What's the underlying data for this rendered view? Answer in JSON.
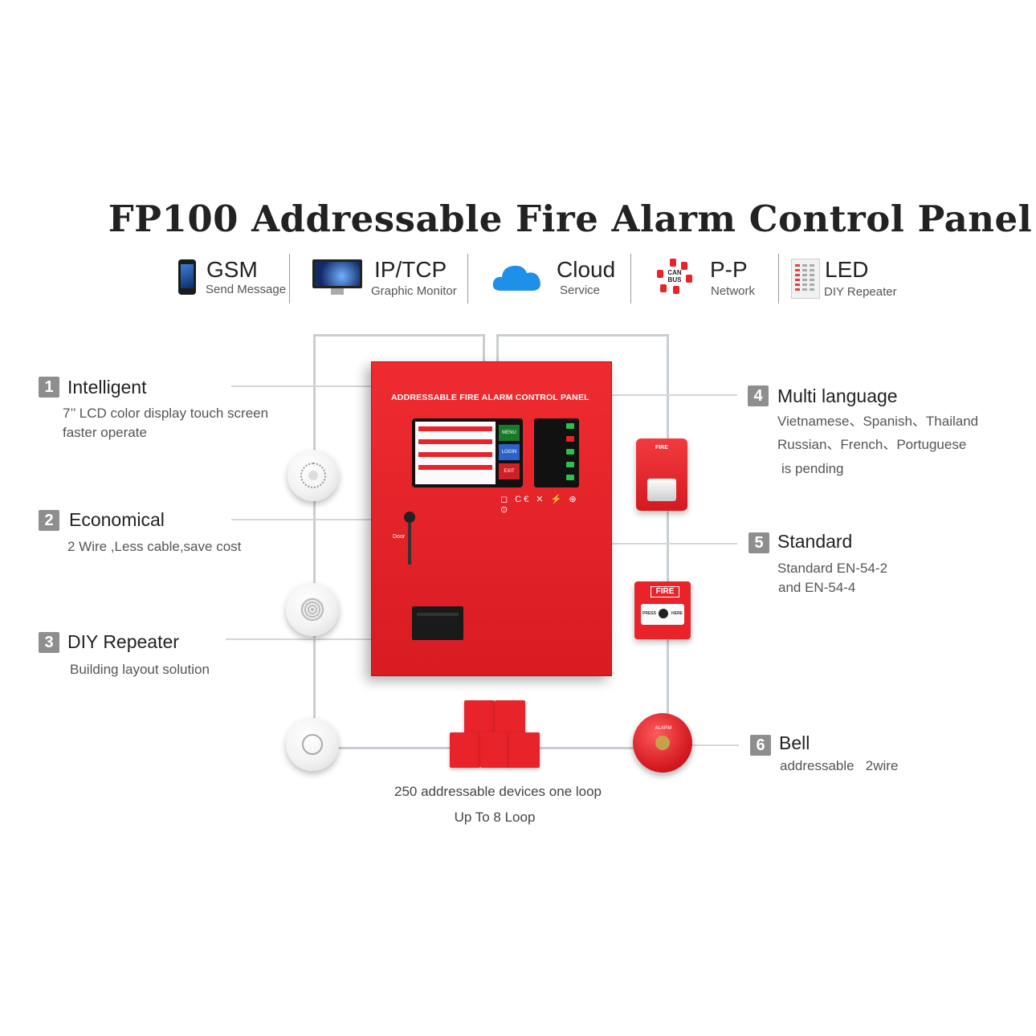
{
  "title": "FP100 Addressable Fire Alarm Control Panel",
  "features": [
    {
      "main": "GSM",
      "sub": "Send Message",
      "icon": "smartphone-icon"
    },
    {
      "main": "IP/TCP",
      "sub": "Graphic Monitor",
      "icon": "monitor-icon"
    },
    {
      "main": "Cloud",
      "sub": "Service",
      "icon": "cloud-icon"
    },
    {
      "main": "P-P",
      "sub": "Network",
      "icon": "can-bus-network-icon"
    },
    {
      "main": "LED",
      "sub": "DIY Repeater",
      "icon": "led-repeater-icon"
    }
  ],
  "can_bus_label": "CAN BUS",
  "callouts": {
    "c1": {
      "num": "1",
      "title": "Intelligent",
      "lines": [
        "7’’ LCD color display touch screen",
        "faster operate"
      ]
    },
    "c2": {
      "num": "2",
      "title": "Economical",
      "lines": [
        "2 Wire ,Less cable,save cost"
      ]
    },
    "c3": {
      "num": "3",
      "title": "DIY Repeater",
      "lines": [
        "Building layout solution"
      ]
    },
    "c4": {
      "num": "4",
      "title": "Multi language",
      "lines": [
        "Vietnamese、Spanish、Thailand",
        "Russian、French、Portuguese",
        "is pending"
      ]
    },
    "c5": {
      "num": "5",
      "title": "Standard",
      "lines": [
        "Standard EN-54-2",
        "and EN-54-4"
      ]
    },
    "c6": {
      "num": "6",
      "title": "Bell",
      "lines": [
        "addressable   2wire"
      ]
    }
  },
  "panel": {
    "label": "ADDRESSABLE FIRE ALARM CONTROL PANEL",
    "menu": "MENU",
    "login": "LOGIN",
    "exit": "EXIT",
    "door": "Door",
    "color": "#e8232a"
  },
  "strobe_label": "FIRE",
  "call_point": {
    "label": "FIRE",
    "press": "PRESS",
    "here": "HERE"
  },
  "bell_label": "ALARM",
  "caption": {
    "line1": "250 addressable devices one loop",
    "line2": "Up To 8 Loop"
  }
}
